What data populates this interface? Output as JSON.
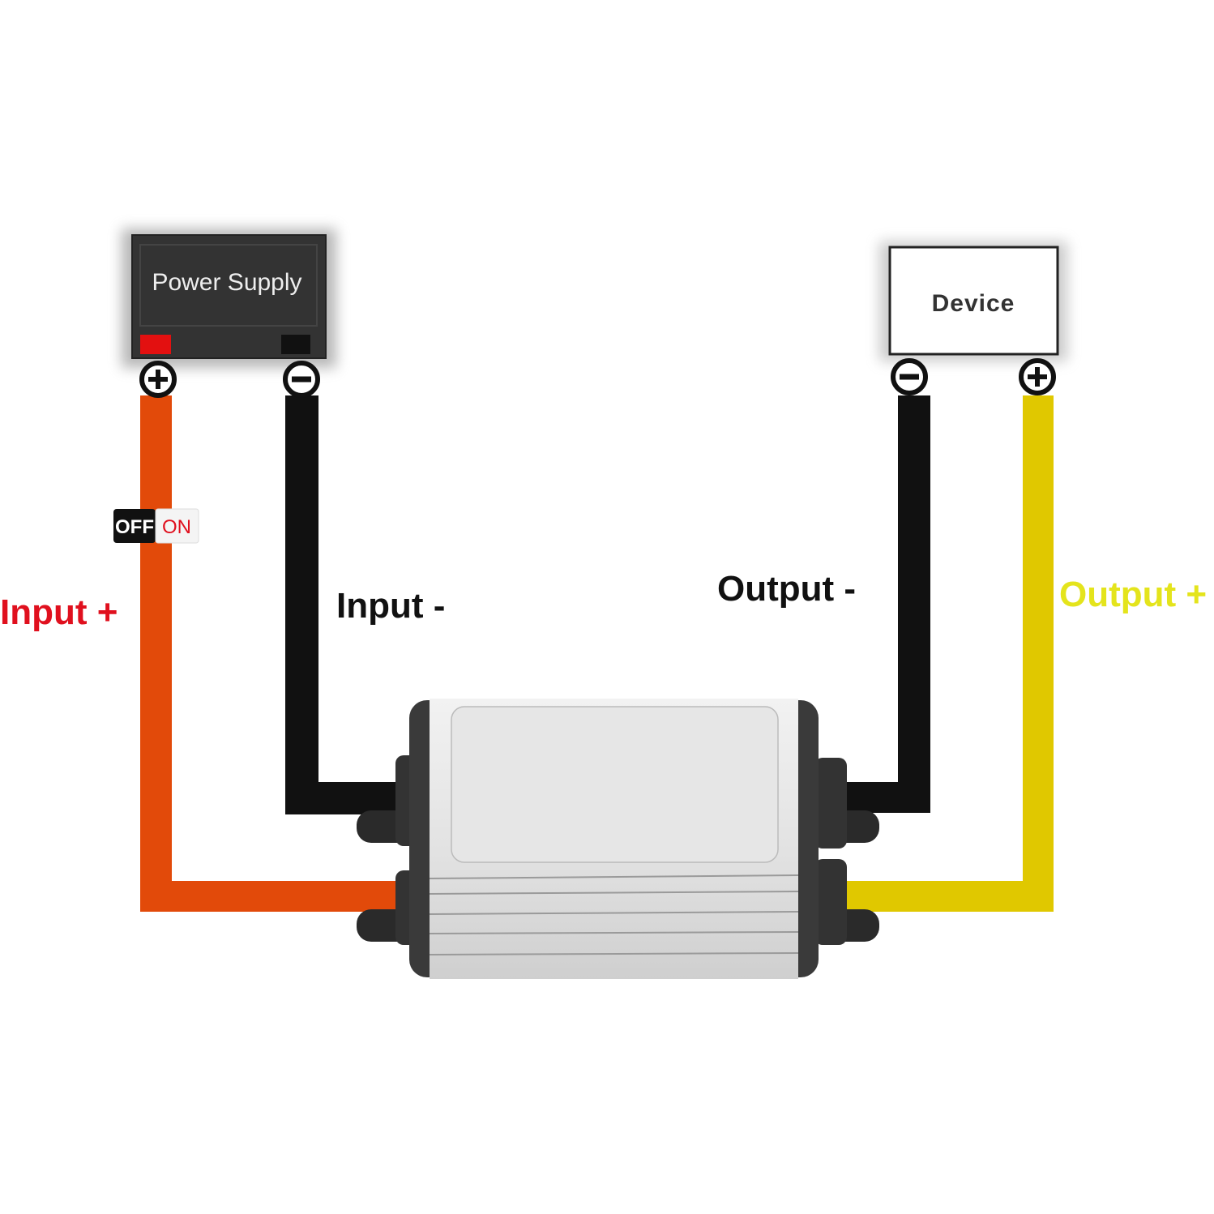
{
  "power_supply": {
    "label": "Power Supply"
  },
  "device": {
    "label": "Device"
  },
  "switch": {
    "off_label": "OFF",
    "on_label": "ON"
  },
  "labels": {
    "input_plus": "Input +",
    "input_minus": "Input -",
    "output_minus": "Output -",
    "output_plus": "Output +"
  },
  "colors": {
    "input_plus_wire": "#e24a0a",
    "negative_wire": "#111111",
    "output_plus_wire": "#e0c800",
    "input_plus_text": "#e0101e",
    "output_plus_text": "#e4e41c"
  }
}
